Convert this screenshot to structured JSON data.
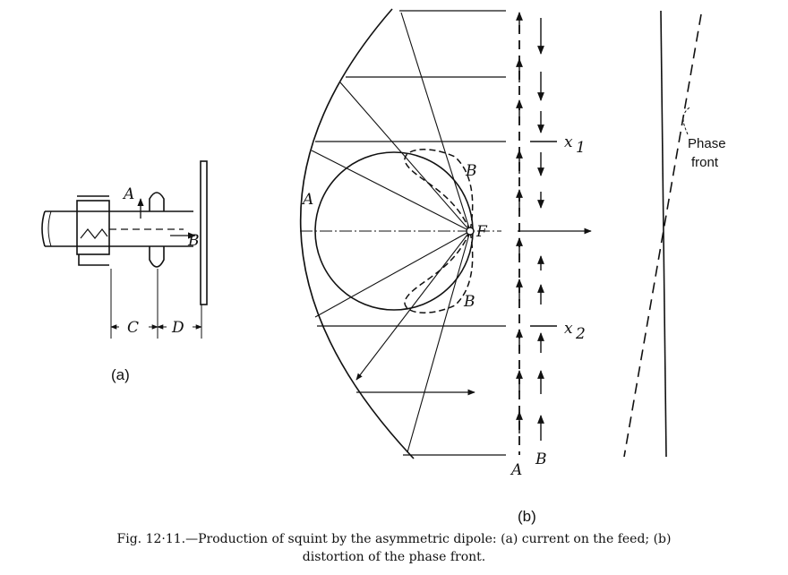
{
  "figure_a": {
    "label_A": "A",
    "label_B": "B",
    "label_C": "C",
    "label_D": "D",
    "sublabel": "(a)"
  },
  "figure_b": {
    "label_A_circle": "A",
    "label_B_upper": "B",
    "label_B_lower": "B",
    "label_F": "F",
    "label_x1": "x",
    "label_x1_sub": "1",
    "label_x2": "x",
    "label_x2_sub": "2",
    "label_A_bottom": "A",
    "label_B_bottom": "B",
    "phase_front_line1": "Phase",
    "phase_front_line2": "front",
    "sublabel": "(b)"
  },
  "caption": {
    "line1": "Fig. 12·11.—Production of squint by the asymmetric dipole: (a)  current on the feed; (b)",
    "line2": "distortion of the phase front."
  }
}
